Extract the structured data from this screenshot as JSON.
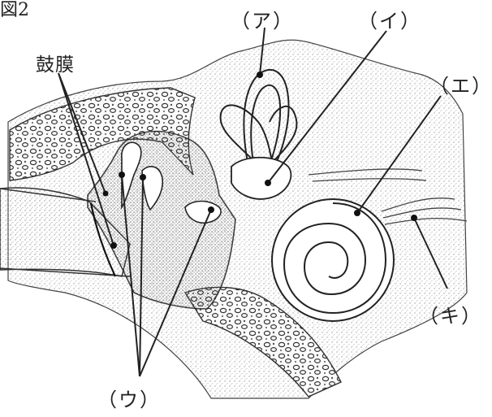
{
  "figure": {
    "title": "図2",
    "labels": {
      "eardrum": "鼓膜",
      "a": "（ア）",
      "i": "（イ）",
      "e": "（エ）",
      "ki": "（キ）",
      "u": "（ウ）"
    }
  }
}
